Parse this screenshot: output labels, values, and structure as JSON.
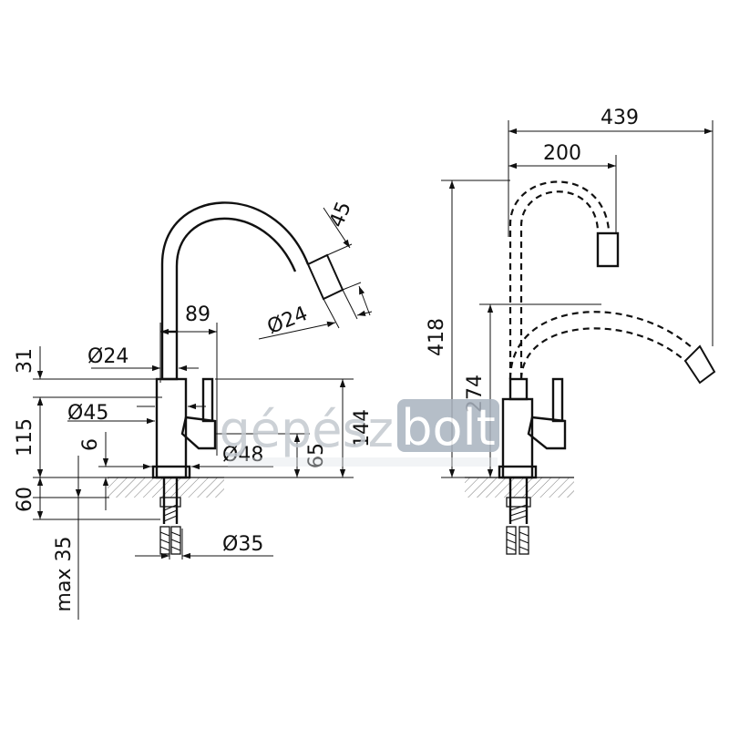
{
  "watermark": {
    "part1": "gépész",
    "part2": "bolt",
    "badge_color": "#a9b3bf"
  },
  "dimensions": {
    "d31": "31",
    "d115": "115",
    "d60": "60",
    "max35": "max 35",
    "d6": "6",
    "dia24_stem": "Ø24",
    "dia45": "Ø45",
    "dia48": "Ø48",
    "dia35": "Ø35",
    "d89": "89",
    "dia24_head": "Ø24",
    "d45": "45",
    "d65": "65",
    "d144": "144",
    "d418": "418",
    "d274": "274",
    "d200": "200",
    "d439": "439"
  }
}
